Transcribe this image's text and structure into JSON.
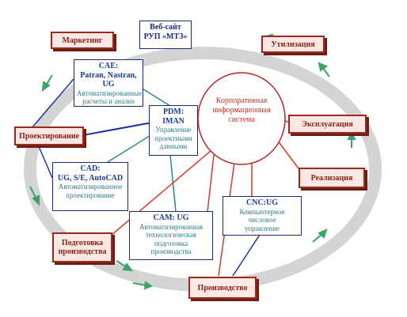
{
  "website": {
    "line1": "Веб-сайт",
    "line2": "РУП «МТЗ»"
  },
  "stages": {
    "marketing": "Маркетинг",
    "utilization": "Утилизация",
    "design": "Проектирование",
    "operation": "Эксплуатация",
    "sales": "Реализация",
    "preparation_line1": "Подготовка",
    "preparation_line2": "производства",
    "production": "Производство"
  },
  "cae": {
    "title1": "CAE:",
    "title2": "Patran, Nastran, UG",
    "desc1": "Автоматизированные",
    "desc2": "расчеты и анализ"
  },
  "pdm": {
    "title": "PDM: IMAN",
    "desc1": "Управление",
    "desc2": "проектными",
    "desc3": "данными"
  },
  "cad": {
    "title1": "CAD:",
    "title2": "UG, S/E, AutoCAD",
    "desc1": "Автоматизированное",
    "desc2": "проектирование"
  },
  "cam": {
    "title": "CAM: UG",
    "desc1": "Автоматизированная",
    "desc2": "технологическая подготовка",
    "desc3": "производства"
  },
  "cnc": {
    "title": "CNC:UG",
    "desc1": "Компьютерное числовое",
    "desc2": "управление"
  },
  "cis": {
    "line1": "Корпоративная",
    "line2": "информационная",
    "line3": "система"
  },
  "colors": {
    "ring": "#d4d4d4",
    "arrow": "#3aa36a",
    "stage_border": "#9a2a1c",
    "blue_line": "#1f2fa8",
    "teal_line": "#2a8a86",
    "red_line": "#d23a2a"
  }
}
